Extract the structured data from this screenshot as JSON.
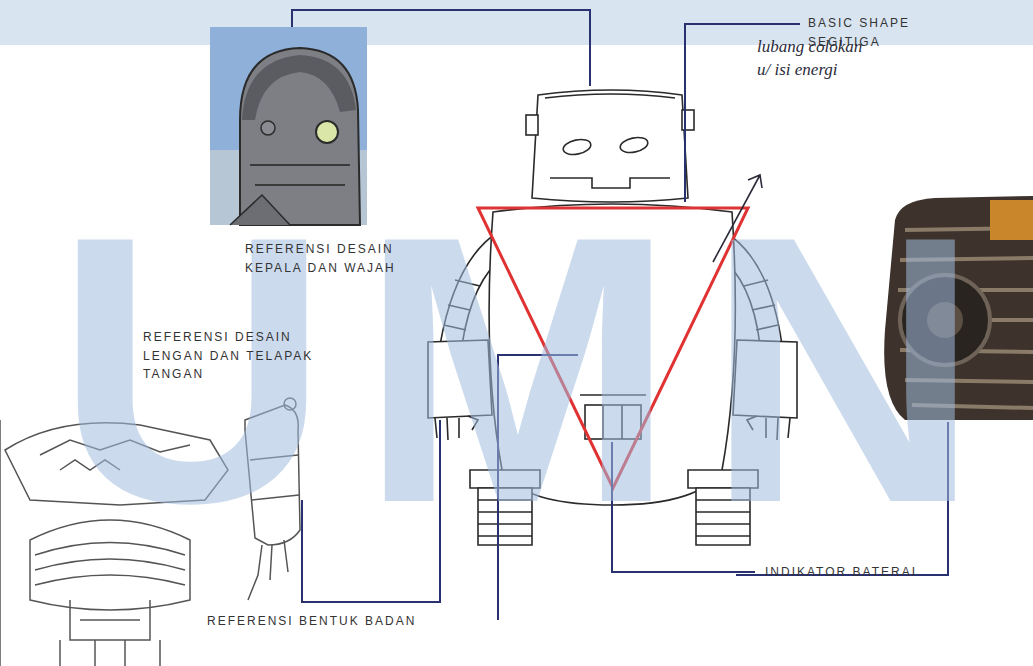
{
  "diagram": {
    "labels": [
      "REFERENSI DESAIN KEPALA DAN WAJAH",
      "BASIC SHAPE SEGITIGA",
      "lubang colokan u/ isi energi",
      "REFERENSI DESAIN LENGAN DAN TELAPAK TANGAN",
      "INDIKATOR BATERAI",
      "REFERENSI BENTUK BADAN",
      "UMN"
    ]
  }
}
